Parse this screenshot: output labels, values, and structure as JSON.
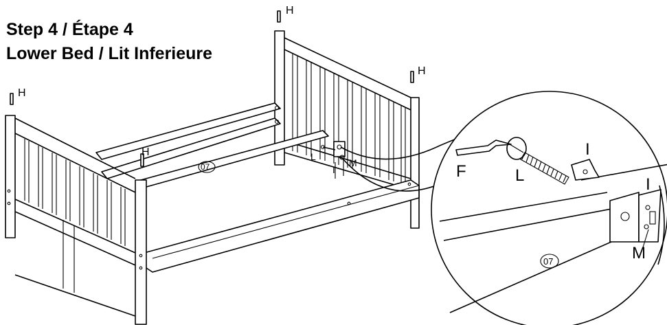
{
  "header": {
    "title_line1": "Step 4 / Étape 4",
    "title_line2": "Lower Bed / Lit Inferieure"
  },
  "labels": {
    "screw_h": "H",
    "part_l": "L",
    "part_m": "M",
    "part_i": "I",
    "part_f": "F",
    "rail_number": "07"
  },
  "colors": {
    "line": "#000000",
    "background": "#ffffff"
  }
}
